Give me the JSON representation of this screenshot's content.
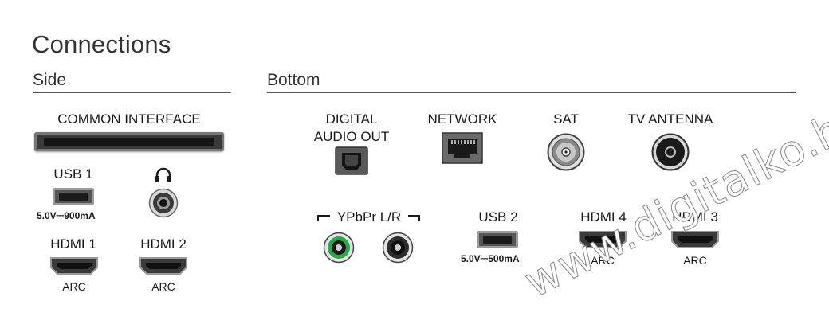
{
  "title": "Connections",
  "side": {
    "heading": "Side",
    "common_interface": "COMMON INTERFACE",
    "usb1_label": "USB 1",
    "usb1_rating": "5.0V⎓900mA",
    "headphone_icon": "headphones-icon",
    "hdmi1_label": "HDMI 1",
    "hdmi1_sub": "ARC",
    "hdmi2_label": "HDMI 2",
    "hdmi2_sub": "ARC"
  },
  "bottom": {
    "heading": "Bottom",
    "digital_audio_line1": "DIGITAL",
    "digital_audio_line2": "AUDIO OUT",
    "network": "NETWORK",
    "sat": "SAT",
    "tv_antenna": "TV ANTENNA",
    "ypbpr": "YPbPr L/R",
    "usb2_label": "USB 2",
    "usb2_rating": "5.0V⎓500mA",
    "hdmi4_label": "HDMI 4",
    "hdmi4_sub": "ARC",
    "hdmi3_label": "HDMI 3",
    "hdmi3_sub": "ARC"
  },
  "watermark": "www.digitalko.hu",
  "colors": {
    "ypbpr_green": "#2aa84a",
    "rule": "#555555"
  }
}
